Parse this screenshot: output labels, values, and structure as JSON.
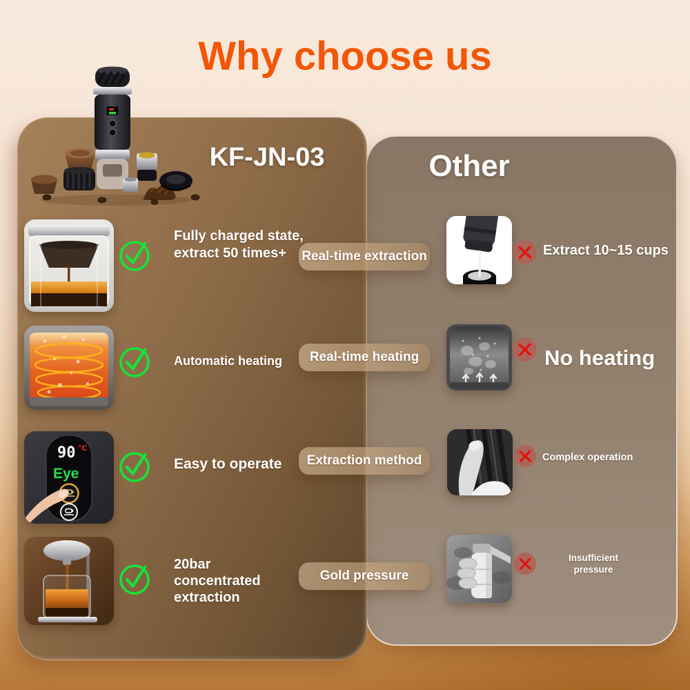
{
  "title": "Why choose us",
  "comparison": {
    "ours": {
      "heading": "KF-JN-03"
    },
    "other": {
      "heading": "Other"
    }
  },
  "rows": [
    {
      "feature": "Real-time extraction",
      "ours_text": "Fully charged state, extract 50 times+",
      "other_text": "Extract 10~15 cups",
      "ours_photo": "clear-cup-extraction-photo",
      "other_photo": "device-pouring-into-cup-photo"
    },
    {
      "feature": "Real-time heating",
      "ours_text": "Automatic heating",
      "other_text": "No heating",
      "ours_photo": "boiling-heating-coils-photo",
      "other_photo": "cold-condensation-photo"
    },
    {
      "feature": "Extraction method",
      "ours_text": "Easy to operate",
      "other_text": "Complex operation",
      "ours_photo": "one-touch-control-panel-photo",
      "other_photo": "hand-gripping-device-photo"
    },
    {
      "feature": "Gold pressure",
      "ours_text": "20bar concentrated extraction",
      "other_text": "Insufficient pressure",
      "ours_photo": "espresso-20bar-pour-photo",
      "other_photo": "manual-grinder-photo"
    }
  ],
  "device_screen": {
    "temperature": "90",
    "unit": "℃",
    "mode": "Eye"
  },
  "icons": {
    "positive": "check-circle-icon",
    "negative": "x-circle-icon"
  },
  "colors": {
    "title_orange": "#f25607",
    "check_green": "#17e239",
    "cross_red": "#e31111",
    "cross_circle": "#ad6457",
    "panel_left_brown": "#7d6142",
    "panel_right_taupe": "#93816f",
    "text_white": "#ffffff"
  }
}
